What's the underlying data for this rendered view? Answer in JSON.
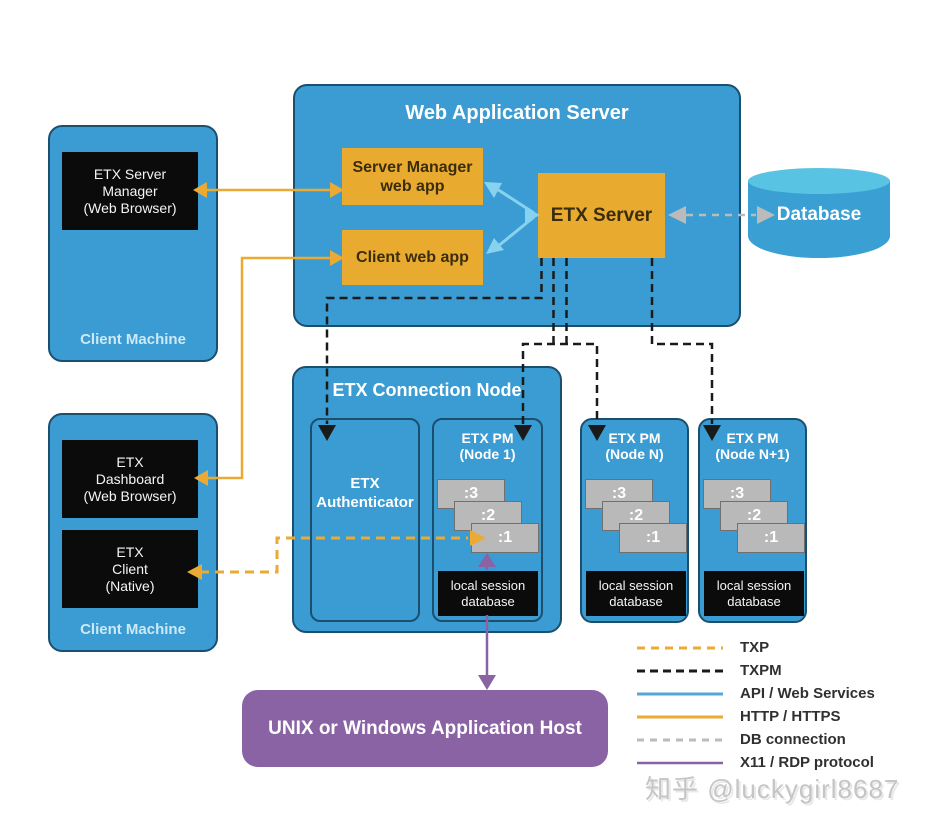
{
  "colors": {
    "box_blue": "#3a9cd2",
    "box_border": "#1c4f6e",
    "box_orange": "#e9ab2f",
    "host_purple": "#8a63a4",
    "txp": "#eaaa33",
    "txpm": "#1a1a1a",
    "api": "#87d3ef",
    "http": "#eaaa33",
    "db": "#bbbbbb",
    "x11": "#8a63a4",
    "card_gray": "#b9b9b9"
  },
  "was": {
    "title": "Web Application Server"
  },
  "smwa": {
    "line1": "Server Manager",
    "line2": "web app"
  },
  "cwa": {
    "label": "Client web app"
  },
  "etx_server": {
    "label": "ETX Server"
  },
  "database": {
    "label": "Database"
  },
  "cm1": {
    "black_line1": "ETX Server",
    "black_line2": "Manager",
    "black_line3": "(Web Browser)",
    "label": "Client Machine"
  },
  "cm2": {
    "dash_line1": "ETX",
    "dash_line2": "Dashboard",
    "dash_line3": "(Web Browser)",
    "client_line1": "ETX",
    "client_line2": "Client",
    "client_line3": "(Native)",
    "label": "Client Machine"
  },
  "ecn": {
    "title": "ETX Connection Node",
    "auth_line1": "ETX",
    "auth_line2": "Authenticator"
  },
  "pm1": {
    "line1": "ETX PM",
    "line2": "(Node 1)",
    "sessions": [
      ":3",
      ":2",
      ":1"
    ],
    "db_line1": "local session",
    "db_line2": "database"
  },
  "pmN": {
    "line1": "ETX PM",
    "line2": "(Node N)",
    "sessions": [
      ":3",
      ":2",
      ":1"
    ],
    "db_line1": "local session",
    "db_line2": "database"
  },
  "pmN1": {
    "line1": "ETX PM",
    "line2": "(Node N+1)",
    "sessions": [
      ":3",
      ":2",
      ":1"
    ],
    "db_line1": "local session",
    "db_line2": "database"
  },
  "host": {
    "label": "UNIX or Windows Application Host"
  },
  "legend": {
    "items": [
      {
        "label": "TXP",
        "style": "dashed",
        "color": "#eaaa33"
      },
      {
        "label": "TXPM",
        "style": "dashed",
        "color": "#1a1a1a"
      },
      {
        "label": "API / Web Services",
        "style": "solid",
        "color": "#55a7d8"
      },
      {
        "label": "HTTP / HTTPS",
        "style": "solid",
        "color": "#eaaa33"
      },
      {
        "label": "DB connection",
        "style": "dashed",
        "color": "#bbbbbb"
      },
      {
        "label": "X11 / RDP protocol",
        "style": "solid",
        "color": "#8a63a4"
      }
    ]
  },
  "watermark": "知乎 @luckygirl8687"
}
